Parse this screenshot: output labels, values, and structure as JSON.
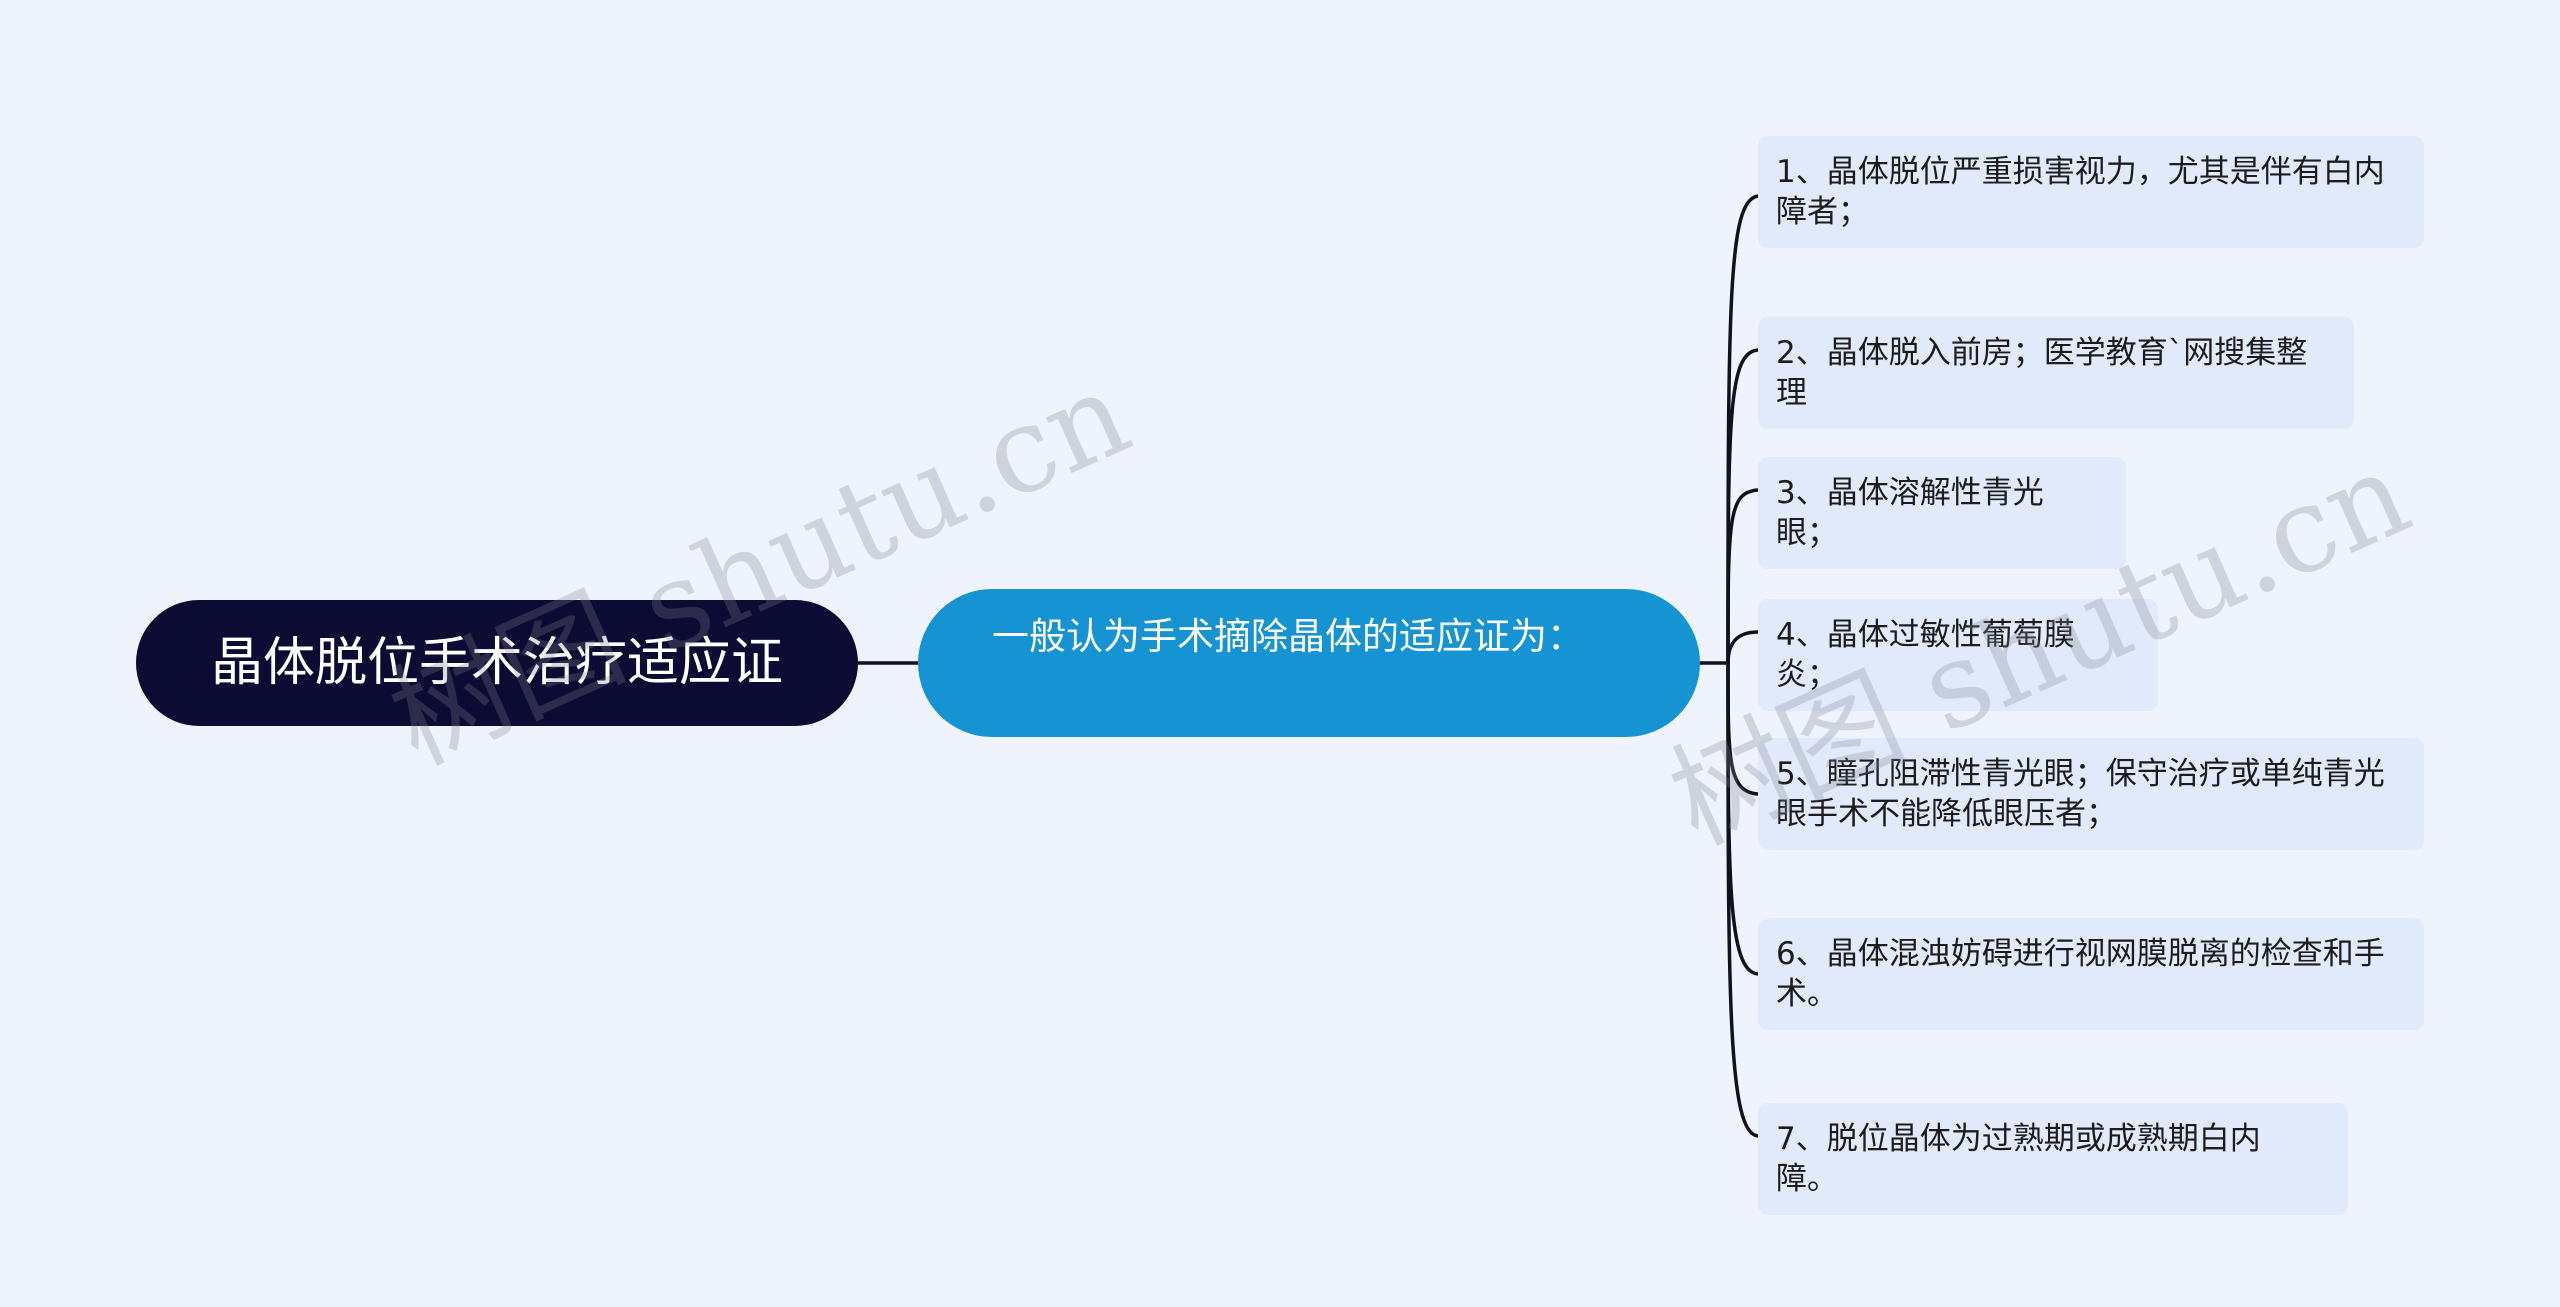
{
  "mindmap": {
    "root": "晶体脱位手术治疗适应证",
    "branch": "一般认为手术摘除晶体的适应证为：",
    "leaves": [
      "1、晶体脱位严重损害视力，尤其是伴有白内障者；",
      "2、晶体脱入前房；医学教育`网搜集整理",
      "3、晶体溶解性青光眼；",
      "4、晶体过敏性葡萄膜炎；",
      "5、瞳孔阻滞性青光眼；保守治疗或单纯青光眼手术不能降低眼压者；",
      "6、晶体混浊妨碍进行视网膜脱离的检查和手术。",
      "7、脱位晶体为过熟期或成熟期白内障。"
    ]
  },
  "watermark": "树图 shutu.cn",
  "colors": {
    "background": "#eef3fd",
    "root_fill": "#0c0b33",
    "branch_fill": "#1693d2",
    "leaf_fill": "#e1eafb",
    "connector": "#111122"
  }
}
